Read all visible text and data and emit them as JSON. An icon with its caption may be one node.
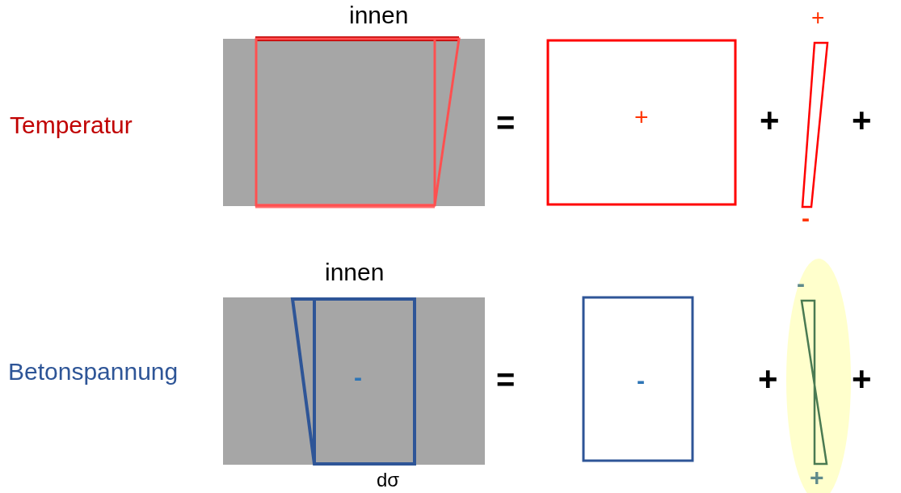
{
  "diagram": {
    "labels": [
      "innen",
      "+",
      "Temperatur",
      "=",
      "+",
      "+",
      "+",
      "-",
      "innen",
      "-",
      "Betonspannung",
      "=",
      "-",
      "+",
      "+",
      "-",
      "+",
      "dσ"
    ]
  }
}
